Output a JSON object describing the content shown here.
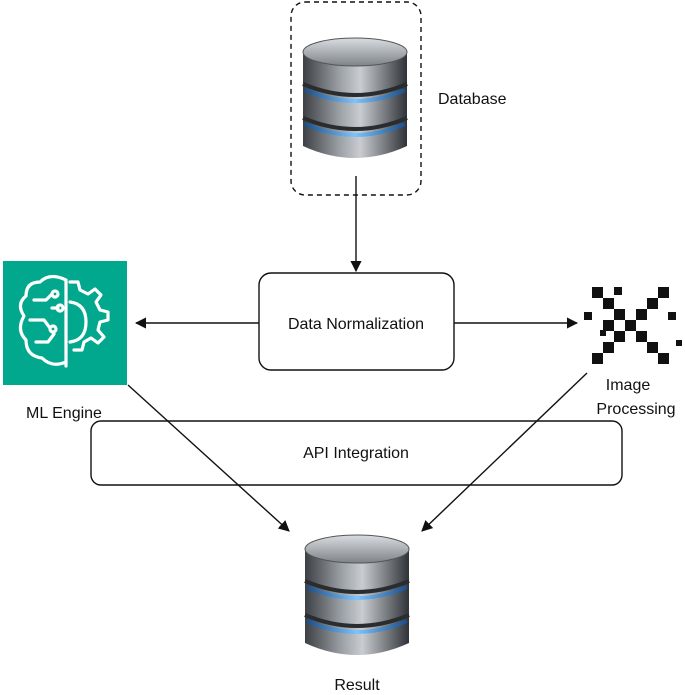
{
  "nodes": {
    "database": {
      "label": "Database",
      "icon": "database-icon"
    },
    "normalization": {
      "label": "Data Normalization"
    },
    "ml_engine": {
      "label": "ML Engine",
      "icon": "ml-brain-gear-icon",
      "color": "#01a88d"
    },
    "image_processing": {
      "label_line1": "Image",
      "label_line2": "Processing",
      "icon": "pixel-x-icon"
    },
    "api": {
      "label": "API Integration"
    },
    "result": {
      "label": "Result",
      "icon": "database-icon"
    }
  },
  "colors": {
    "cylinder_band": "#4da6ff",
    "cylinder_body": "#6f7378",
    "ml_bg": "#01a88d",
    "line": "#111111"
  }
}
